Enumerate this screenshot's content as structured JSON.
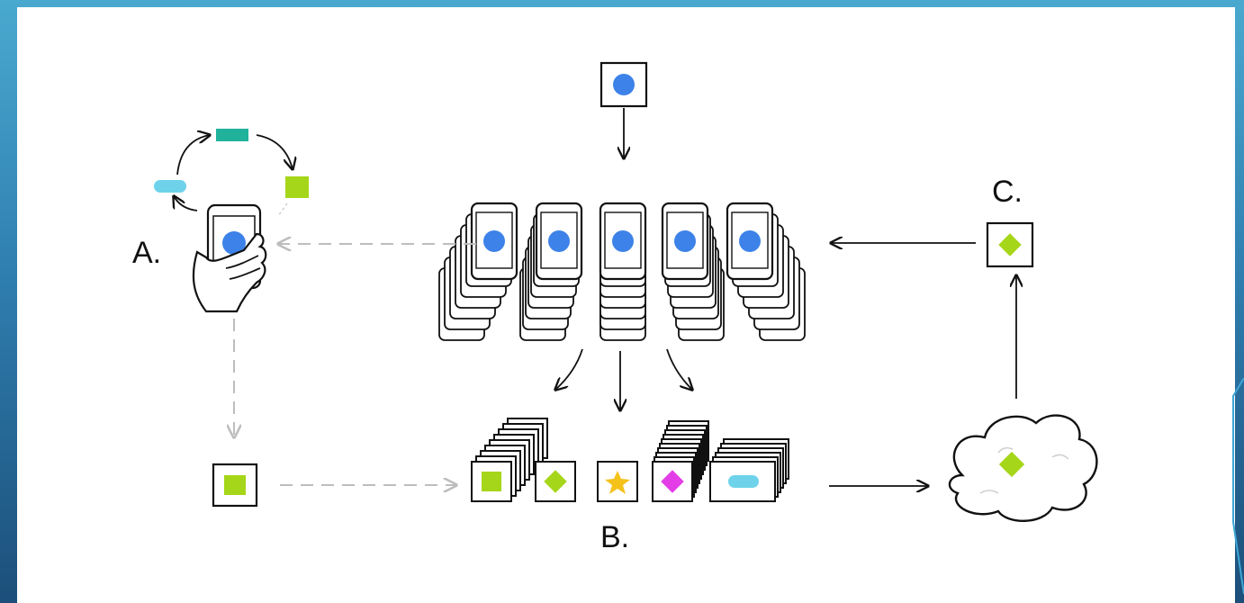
{
  "labels": {
    "a": "A.",
    "b": "B.",
    "c": "C."
  },
  "colors": {
    "blue_dot": "#3d82e8",
    "lime": "#a6d619",
    "teal": "#20b29a",
    "cyan_pill": "#6ed3ea",
    "star": "#f5c21b",
    "magenta": "#e23de6",
    "gray_dash": "#bdbdbd",
    "line": "#111111"
  }
}
